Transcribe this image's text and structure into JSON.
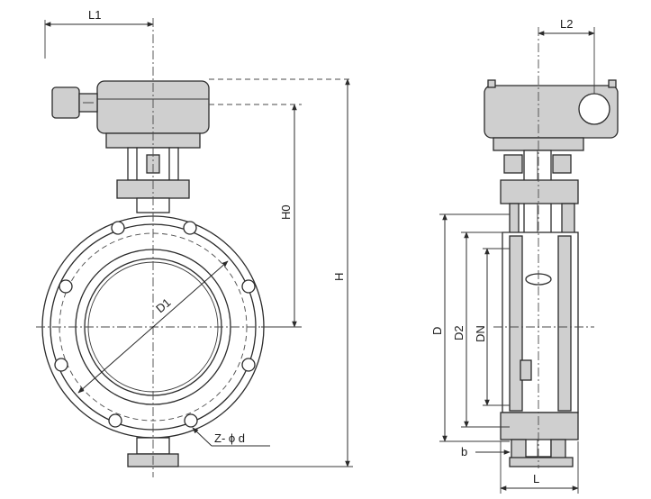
{
  "labels": {
    "l1": "L1",
    "l2": "L2",
    "h0": "H0",
    "h": "H",
    "d1": "D1",
    "z_phi_d": "Z- ϕ d",
    "d": "D",
    "d2": "D2",
    "dn": "DN",
    "b": "b",
    "l": "L"
  }
}
